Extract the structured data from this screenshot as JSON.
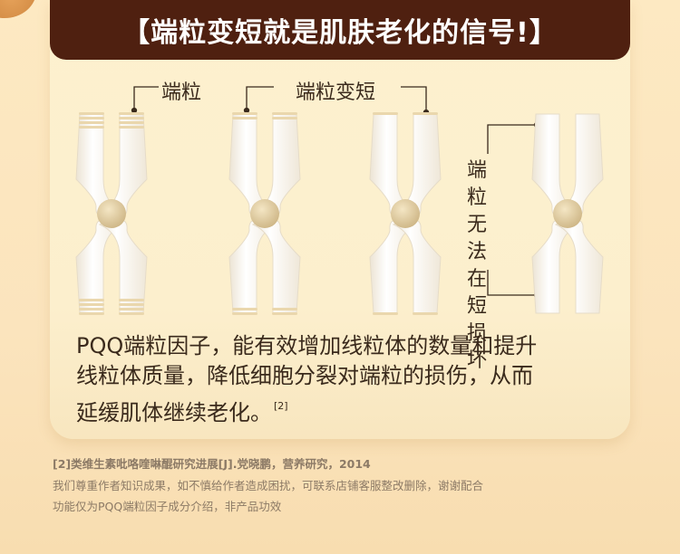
{
  "banner": {
    "title": "【端粒变短就是肌肤老化的信号!】"
  },
  "labels": {
    "telomere": "端粒",
    "telomere_shortening": "端粒变短",
    "cannot_repair": [
      "端粒",
      "无法",
      "在短",
      "损坏"
    ]
  },
  "description": {
    "lines": [
      "PQQ端粒因子，能有效增加线粒体的数量和提升",
      "线粒体质量，降低细胞分裂对端粒的损伤，从而",
      "延缓肌体继续老化。"
    ],
    "citation": "[2]"
  },
  "footnotes": {
    "reference": "[2]类维生素吡咯喹啉醌研究进展[J].党晓鹏，营养研究，2014",
    "disclaimer": [
      "我们尊重作者知识成果，如不慎给作者造成困扰，可联系店铺客服整改删除，谢谢配合",
      "功能仅为PQQ端粒因子成分介绍，非产品功效"
    ]
  },
  "colors": {
    "banner_bg": "#4f2010",
    "page_bg": "#fde9c2",
    "card_bg": "#fdf1cf",
    "text": "#3a2a1c",
    "footnote": "#8c7a66",
    "chromosome_fill": "#fbf8f1",
    "centromere": "#e3cf9f",
    "telomere_band": "#ead7ad"
  }
}
